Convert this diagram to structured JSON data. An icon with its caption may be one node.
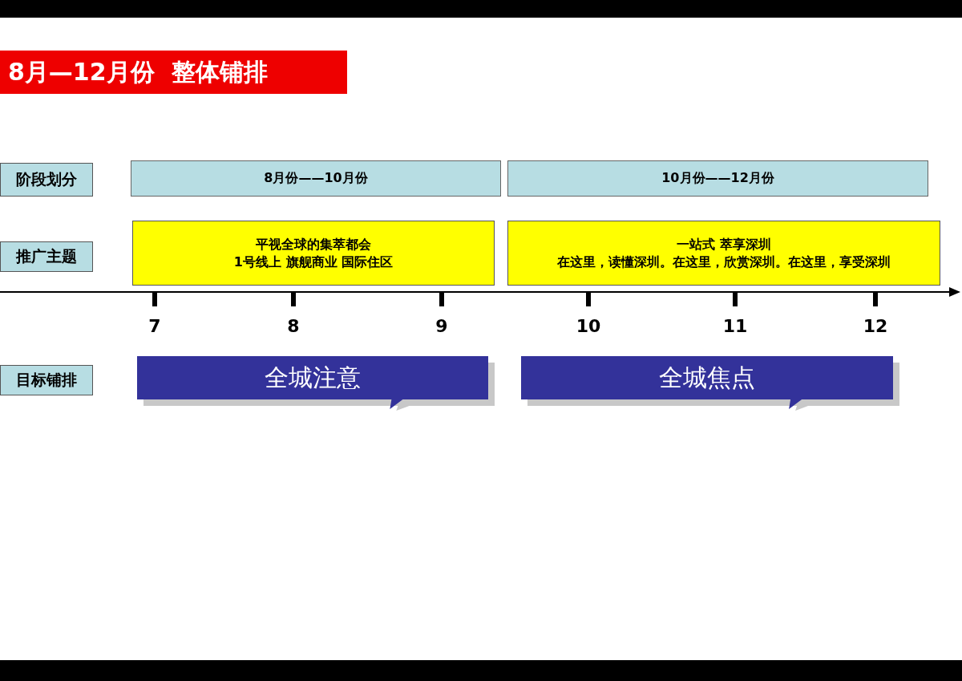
{
  "diagram": {
    "title": "8月—12月份  整体铺排",
    "nodes": [
      {
        "text": [
          "阶段划分"
        ]
      },
      {
        "text": [
          "8月份——10月份"
        ]
      },
      {
        "text": [
          "10月份——12月份"
        ]
      },
      {
        "text": [
          "推广主题"
        ]
      },
      {
        "text": [
          "平视全球的集萃都会",
          "1号线上  旗舰商业  国际住区"
        ]
      },
      {
        "text": [
          "一站式 萃享深圳",
          "在这里，读懂深圳。在这里，欣赏深圳。在这里，享受深圳"
        ]
      },
      {
        "text": [
          "目标铺排"
        ]
      },
      {
        "text": [
          "全城注意"
        ]
      },
      {
        "text": [
          "全城焦点"
        ]
      }
    ],
    "labels": [
      "7",
      "8",
      "9",
      "10",
      "11",
      "12"
    ]
  }
}
